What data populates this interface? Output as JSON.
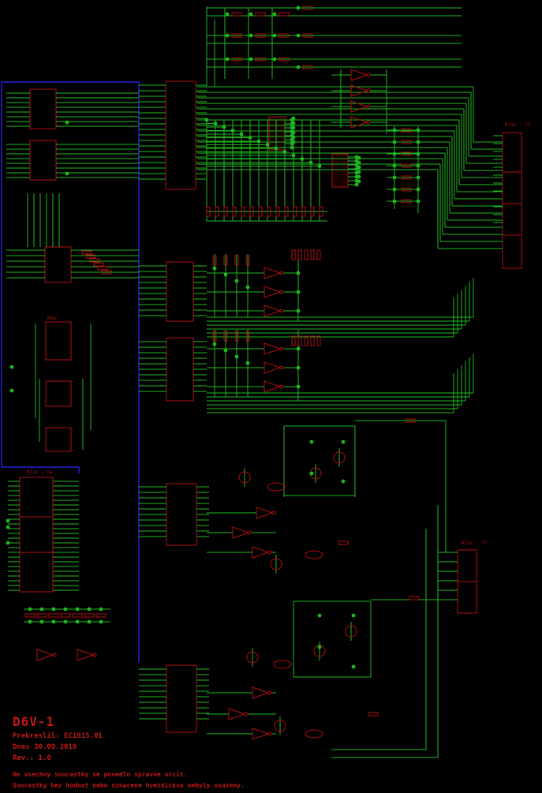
{
  "title_block": {
    "project": "D6V-1",
    "redrawn_by": "Prekreslil: EC1815.01",
    "date": "Dnes  30.09.2019",
    "revision": "Rev.: 1.0",
    "note_1": "Ne vsechny soucastky se povedlo spravne urcit.",
    "note_2": "Soucastky bez hodnot nebo oznacene hvezdickou nebyly osazeny."
  },
  "connectors": {
    "top_right": "Klic - ??",
    "left_panel": "Klic - ca",
    "mid_right": "Klic - ??"
  },
  "colors": {
    "background": "#000000",
    "wire": "#1fb81f",
    "part": "#b01010",
    "bus": "#2222dd",
    "text": "#c41818"
  }
}
